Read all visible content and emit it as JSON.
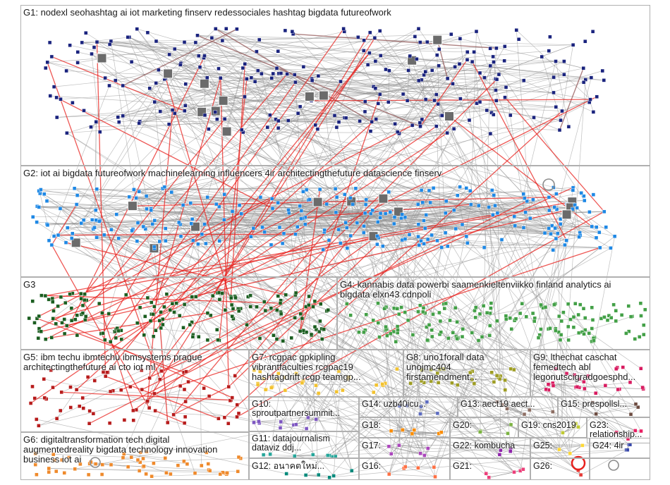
{
  "graph": {
    "colors": {
      "edge": "#8c8c8c",
      "edge_highlight": "#e8201c",
      "edge_brown": "#8a4a4a",
      "border": "#b0b0b0"
    },
    "groups": [
      {
        "id": "G1",
        "label": "G1: nodexl seohashtag ai iot marketing finserv redessociales hashtag bigdata futureofwork",
        "color": "#1a237e"
      },
      {
        "id": "G2",
        "label": "G2: iot ai bigdata futureofwork machinelearning influencers 4ir architectingthefuture datascience finserv",
        "color": "#1e88e5"
      },
      {
        "id": "G3",
        "label": "G3",
        "color": "#1b5e20"
      },
      {
        "id": "G4",
        "label": "G4: kannabis data powerbi saamenkieltenviikko finland analytics ai\nbigdata elxn43 cdnpoli",
        "color": "#43a047"
      },
      {
        "id": "G5",
        "label": "G5: ibm techu ibmtechu ibmsystems prague\narchitectingthefuture ai cto iot ml",
        "color": "#b71c1c"
      },
      {
        "id": "G6",
        "label": "G6: digitaltransformation tech digital\naugmentedreality bigdata technology innovation\nbusiness iot ai",
        "color": "#ef8a2c"
      },
      {
        "id": "G7",
        "label": "G7: rcgpac gpkipling\nvibrantfaculties rcgpac19\nhashtagdrift rcgp teamgp...",
        "color": "#f2c230"
      },
      {
        "id": "G8",
        "label": "G8: uno1forall data\nunojmc404\nfirstamendment...",
        "color": "#9e9d24"
      },
      {
        "id": "G9",
        "label": "G9: lthechat caschat\nfemedtech abl\nlegonutscigradgoesphd...",
        "color": "#d81b60"
      },
      {
        "id": "G10",
        "label": "G10:\nsproutpartnersummit...",
        "color": "#7e57c2"
      },
      {
        "id": "G11",
        "label": "G11: datajournalism\ndataviz ddj...",
        "color": "#26a69a"
      },
      {
        "id": "G12",
        "label": "G12: อนาคตใหม่...",
        "color": "#00897b"
      },
      {
        "id": "G13",
        "label": "G13: aect19 aect...",
        "color": "#8d6e63"
      },
      {
        "id": "G14",
        "label": "G14: uzb40icu...",
        "color": "#5c6bc0"
      },
      {
        "id": "G15",
        "label": "G15: prespollsl...",
        "color": "#6d4c41"
      },
      {
        "id": "G16",
        "label": "G16:",
        "color": "#ff7043"
      },
      {
        "id": "G17",
        "label": "G17:",
        "color": "#ab47bc"
      },
      {
        "id": "G18",
        "label": "G18:",
        "color": "#fb8c00"
      },
      {
        "id": "G19",
        "label": "G19: cns2019",
        "color": "#c0ca33"
      },
      {
        "id": "G20",
        "label": "G20:",
        "color": "#7cb342"
      },
      {
        "id": "G21",
        "label": "G21:",
        "color": "#ec407a"
      },
      {
        "id": "G22",
        "label": "G22: kombucha",
        "color": "#8e24aa"
      },
      {
        "id": "G23",
        "label": "G23:\nrelationship...",
        "color": "#e91e63"
      },
      {
        "id": "G24",
        "label": "G24: 4ir",
        "color": "#3949ab"
      },
      {
        "id": "G25",
        "label": "G25:",
        "color": "#fdd835"
      },
      {
        "id": "G26",
        "label": "G26:",
        "color": "#e53935"
      }
    ]
  }
}
